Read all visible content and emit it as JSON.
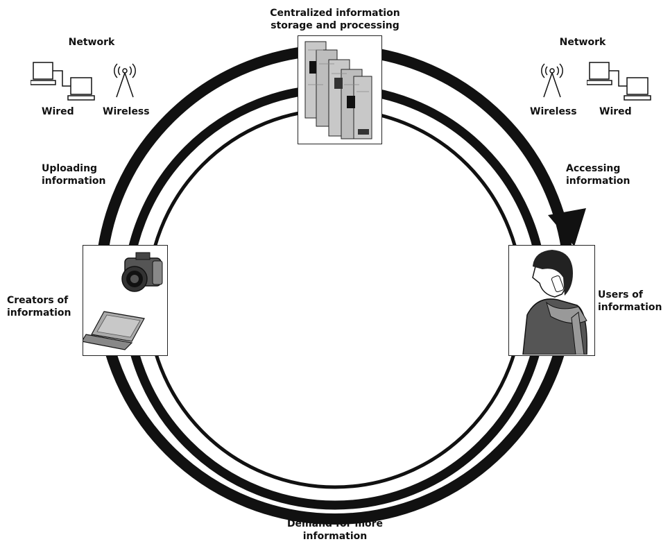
{
  "storage": {
    "line1": "Centralized information",
    "line2": "storage and processing"
  },
  "network_left": {
    "title": "Network",
    "wired": "Wired",
    "wireless": "Wireless"
  },
  "network_right": {
    "title": "Network",
    "wired": "Wired",
    "wireless": "Wireless"
  },
  "uploading": {
    "line1": "Uploading",
    "line2": "information"
  },
  "accessing": {
    "line1": "Accessing",
    "line2": "information"
  },
  "creators": {
    "line1": "Creators of",
    "line2": "information"
  },
  "users": {
    "line1": "Users of",
    "line2": "information"
  },
  "demand": {
    "line1": "Demand for more",
    "line2": "information"
  },
  "icons": {
    "storage": "server-rack-icon",
    "wired": "wired-computers-icon",
    "wireless": "wireless-antenna-icon",
    "camera": "camera-icon",
    "laptop": "laptop-icon",
    "user": "person-on-phone-icon"
  },
  "colors": {
    "ink": "#111111",
    "panel": "#bfbfbf",
    "coat": "#555555"
  }
}
